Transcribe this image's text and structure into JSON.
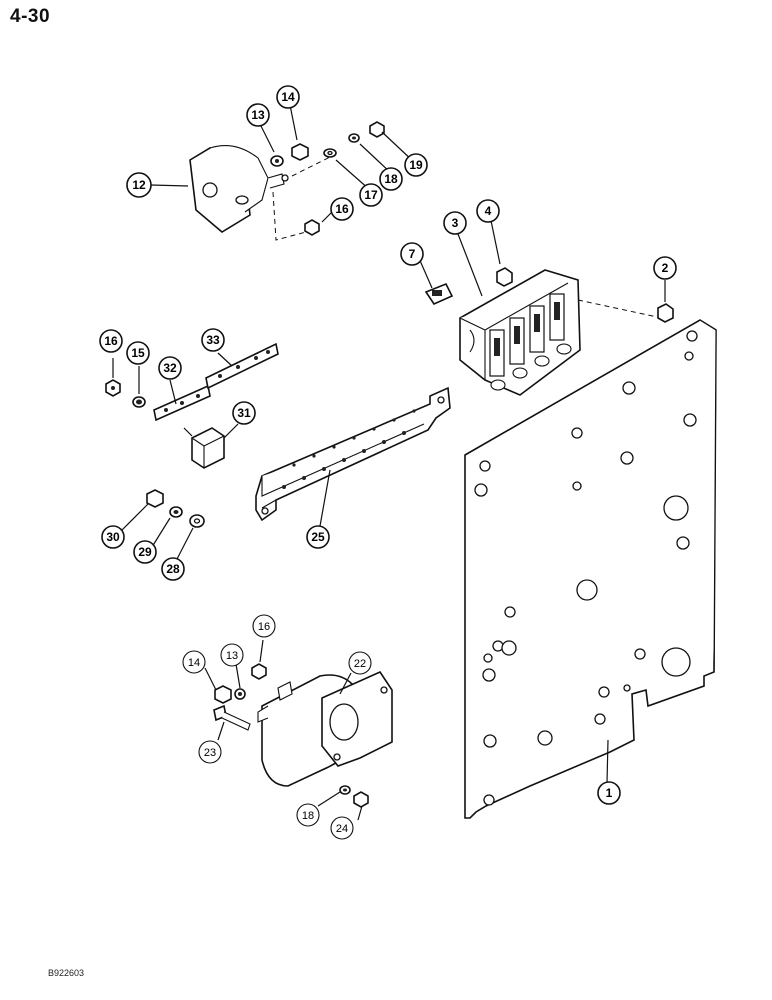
{
  "page": {
    "number": "4-30",
    "figure_id": "B922603"
  },
  "callouts": {
    "c1": "1",
    "c2": "2",
    "c3": "3",
    "c4": "4",
    "c7": "7",
    "c12": "12",
    "c13a": "13",
    "c14a": "14",
    "c16a": "16",
    "c17": "17",
    "c18a": "18",
    "c19": "19",
    "c16b": "16",
    "c15": "15",
    "c32": "32",
    "c33": "33",
    "c31": "31",
    "c25": "25",
    "c30": "30",
    "c29": "29",
    "c28": "28",
    "c16c": "16",
    "c14b": "14",
    "c13b": "13",
    "c22": "22",
    "c23": "23",
    "c18b": "18",
    "c24": "24"
  }
}
